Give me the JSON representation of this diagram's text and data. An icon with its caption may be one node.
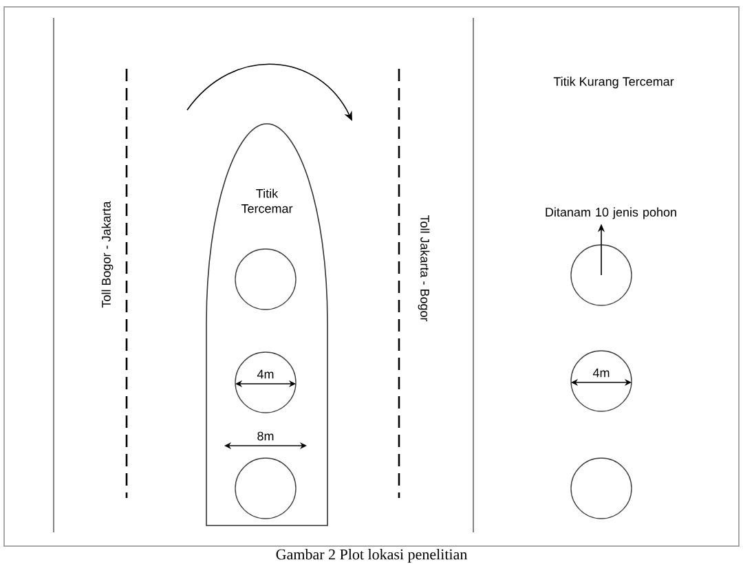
{
  "diagram": {
    "caption": "Gambar 2 Plot lokasi penelitian",
    "nodes": [
      {
        "text": [
          "Titik Tercemar"
        ]
      },
      {
        "text": [],
        "shape": "circle",
        "in": 0
      },
      {
        "text": [],
        "shape": "circle",
        "in": 0
      },
      {
        "text": [],
        "shape": "circle",
        "in": 0
      },
      {
        "text": [
          "Ditanam 10 jenis pohon"
        ]
      },
      {
        "text": [],
        "shape": "circle"
      },
      {
        "text": [],
        "shape": "circle"
      },
      {
        "text": [],
        "shape": "circle"
      }
    ],
    "edges": [
      {
        "from": 5,
        "to": 4,
        "arrow": "to"
      }
    ],
    "labels": [
      "Titik Kurang Tercemar",
      "Toll Bogor - Jakarta",
      "Toll Jakarta - Bogor",
      "4m",
      "8m",
      "4m"
    ]
  }
}
